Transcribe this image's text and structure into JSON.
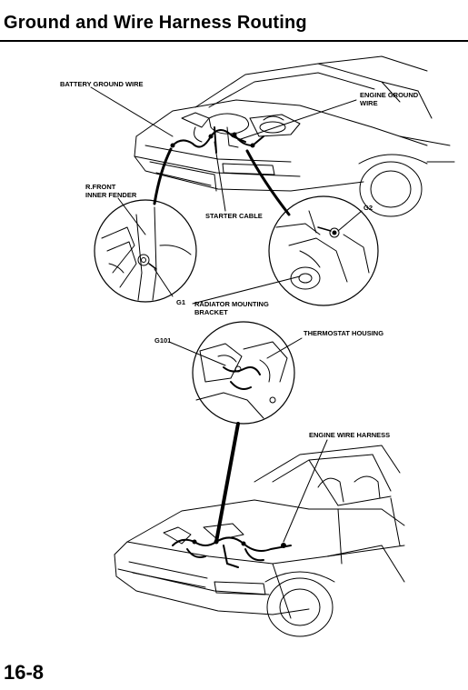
{
  "header": {
    "title": "Ground and Wire Harness Routing"
  },
  "labels": {
    "battery_ground_wire": "BATTERY GROUND WIRE",
    "engine_ground_wire_1": "ENGINE GROUND",
    "engine_ground_wire_2": "WIRE",
    "r_front_1": "R.FRONT",
    "r_front_2": "INNER FENDER",
    "starter_cable": "STARTER CABLE",
    "g2": "G2",
    "g1": "G1",
    "radiator_1": "RADIATOR MOUNTING",
    "radiator_2": "BRACKET",
    "g101": "G101",
    "thermostat_housing": "THERMOSTAT HOUSING",
    "engine_wire_harness": "ENGINE WIRE HARNESS"
  },
  "footer": {
    "page_number": "16-8"
  }
}
